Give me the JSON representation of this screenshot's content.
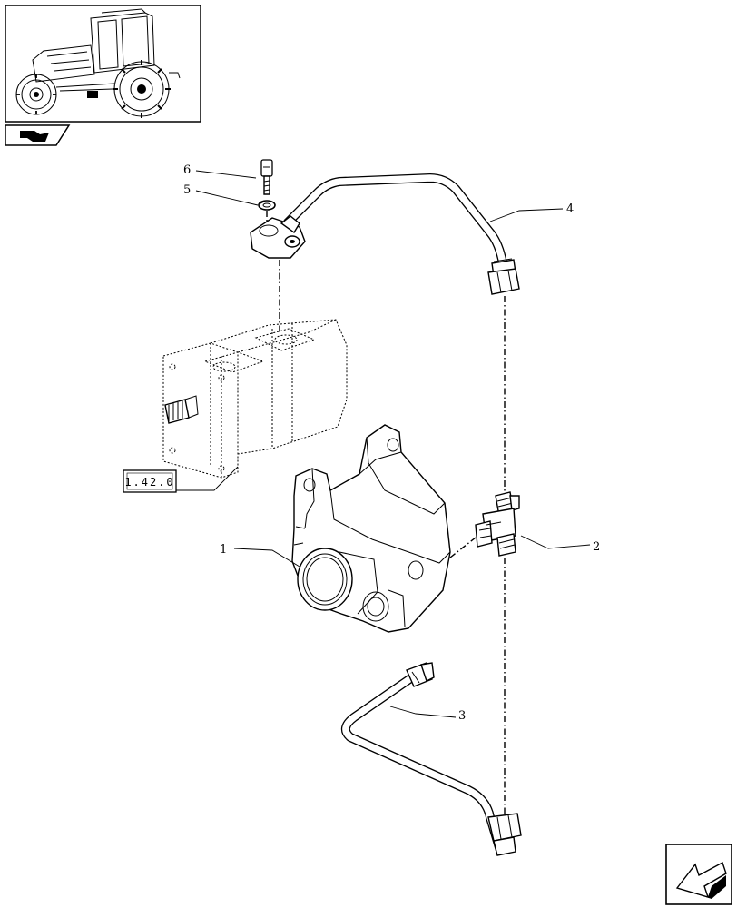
{
  "callouts": [
    {
      "id": "1",
      "label": "1"
    },
    {
      "id": "2",
      "label": "2"
    },
    {
      "id": "3",
      "label": "3"
    },
    {
      "id": "4",
      "label": "4"
    },
    {
      "id": "5",
      "label": "5"
    },
    {
      "id": "6",
      "label": "6"
    }
  ],
  "reference_box": {
    "label": "1.42.0"
  },
  "icons": {
    "thumbnail": "tractor-thumbnail-icon",
    "section": "section-arrow-icon",
    "navigation": "navigation-arrow-icon"
  }
}
